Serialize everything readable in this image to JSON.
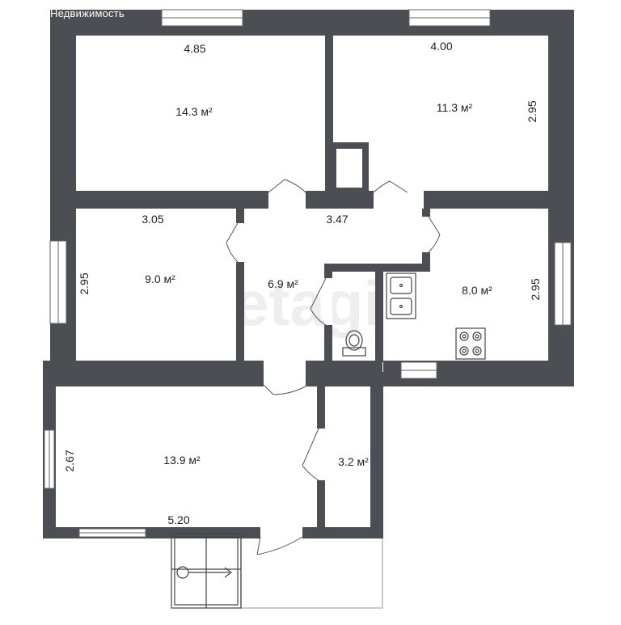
{
  "header": {
    "site_label": "Недвижимость"
  },
  "watermark": "etagi",
  "colors": {
    "wall": "#4b4e53",
    "background": "#ffffff",
    "line": "#555555",
    "watermark": "#eeeeee"
  },
  "rooms": [
    {
      "id": "room-top-left",
      "area": "14.3 м²",
      "dims": [
        "4.85"
      ]
    },
    {
      "id": "room-top-right",
      "area": "11.3 м²",
      "dims": [
        "4.00",
        "2.95"
      ]
    },
    {
      "id": "room-mid-left",
      "area": "9.0 м²",
      "dims": [
        "3.05",
        "2.95"
      ]
    },
    {
      "id": "hall",
      "area": "6.9 м²",
      "dims": [
        "3.47"
      ]
    },
    {
      "id": "kitchen",
      "area": "8.0 м²",
      "dims": [
        "2.95"
      ]
    },
    {
      "id": "room-bottom-left",
      "area": "13.9 м²",
      "dims": [
        "2.67",
        "5.20"
      ]
    },
    {
      "id": "storage",
      "area": "3.2 м²",
      "dims": []
    }
  ],
  "fixtures": [
    "double-sink-icon",
    "toilet-icon",
    "stove-icon",
    "entry-stairs-icon"
  ]
}
